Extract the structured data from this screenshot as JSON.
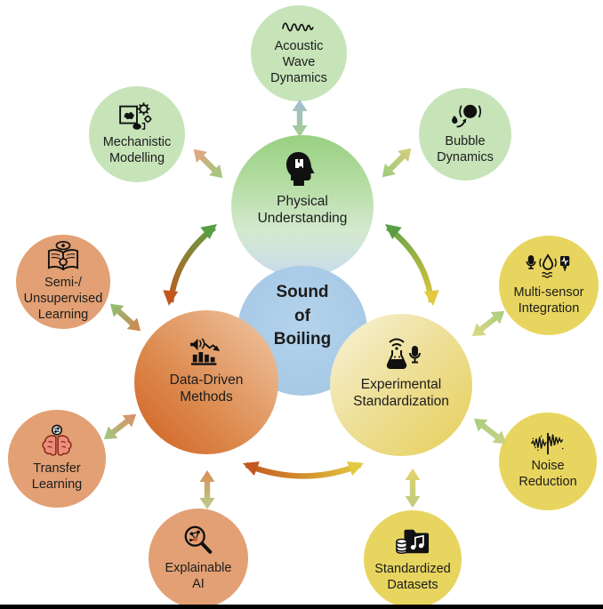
{
  "center": {
    "label": "Sound\nof\nBoiling"
  },
  "main_nodes": [
    {
      "label": "Physical\nUnderstanding",
      "icon": "head-puzzle-icon",
      "theme": "green"
    },
    {
      "label": "Data-Driven\nMethods",
      "icon": "speaker-bar-chart-icon",
      "theme": "orange"
    },
    {
      "label": "Experimental\nStandardization",
      "icon": "beaker-microphone-icon",
      "theme": "yellow"
    }
  ],
  "satellite_nodes": [
    {
      "label": "Acoustic\nWave\nDynamics",
      "icon": "sound-wave-icon",
      "theme": "green"
    },
    {
      "label": "Mechanistic\nModelling",
      "icon": "model-gears-icon",
      "theme": "green"
    },
    {
      "label": "Bubble\nDynamics",
      "icon": "bubbles-icon",
      "theme": "green"
    },
    {
      "label": "Semi-/\nUnsupervised\nLearning",
      "icon": "book-eye-gear-icon",
      "theme": "orange"
    },
    {
      "label": "Transfer\nLearning",
      "icon": "brain-transfer-icon",
      "theme": "orange"
    },
    {
      "label": "Explainable\nAI",
      "icon": "magnifier-network-icon",
      "theme": "orange"
    },
    {
      "label": "Multi-sensor\nIntegration",
      "icon": "mic-droplet-sensor-icon",
      "theme": "yellow"
    },
    {
      "label": "Noise\nReduction",
      "icon": "noisy-waveform-icon",
      "theme": "yellow"
    },
    {
      "label": "Standardized\nDatasets",
      "icon": "folder-music-database-icon",
      "theme": "yellow"
    }
  ],
  "palette": {
    "green_node": "#c7e4b9",
    "orange_node": "#e2a074",
    "yellow_node": "#e8d55f",
    "center_blue": "#a9cbe8",
    "arrow_green": "#5fa246",
    "arrow_orange": "#c3571e",
    "arrow_yellow": "#e2c840"
  }
}
